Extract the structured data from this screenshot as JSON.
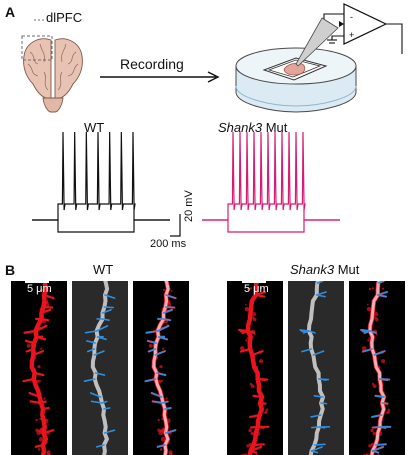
{
  "panel_a": {
    "letter": "A",
    "brain_region": "dlPFC",
    "arrow_label": "Recording",
    "traces": [
      {
        "label": "WT",
        "color": "#111111",
        "spike_count": 7
      },
      {
        "label_italic": "Shank3",
        "label_rest": " Mut",
        "color": "#d81b72",
        "spike_count": 11
      }
    ],
    "scale_bar": {
      "vertical": "20 mV",
      "horizontal": "200 ms"
    }
  },
  "panel_b": {
    "letter": "B",
    "groups": [
      {
        "label": "WT",
        "scale_text": "5 μm"
      },
      {
        "label_italic": "Shank3",
        "label_rest": " Mut",
        "scale_text": "5 μm"
      }
    ],
    "colors": {
      "dendrite_red": "#e8141e",
      "reconstruction_gray": "#bfbfbf",
      "spine_blue": "#2e8fe0",
      "tile_background": "#000000"
    }
  }
}
